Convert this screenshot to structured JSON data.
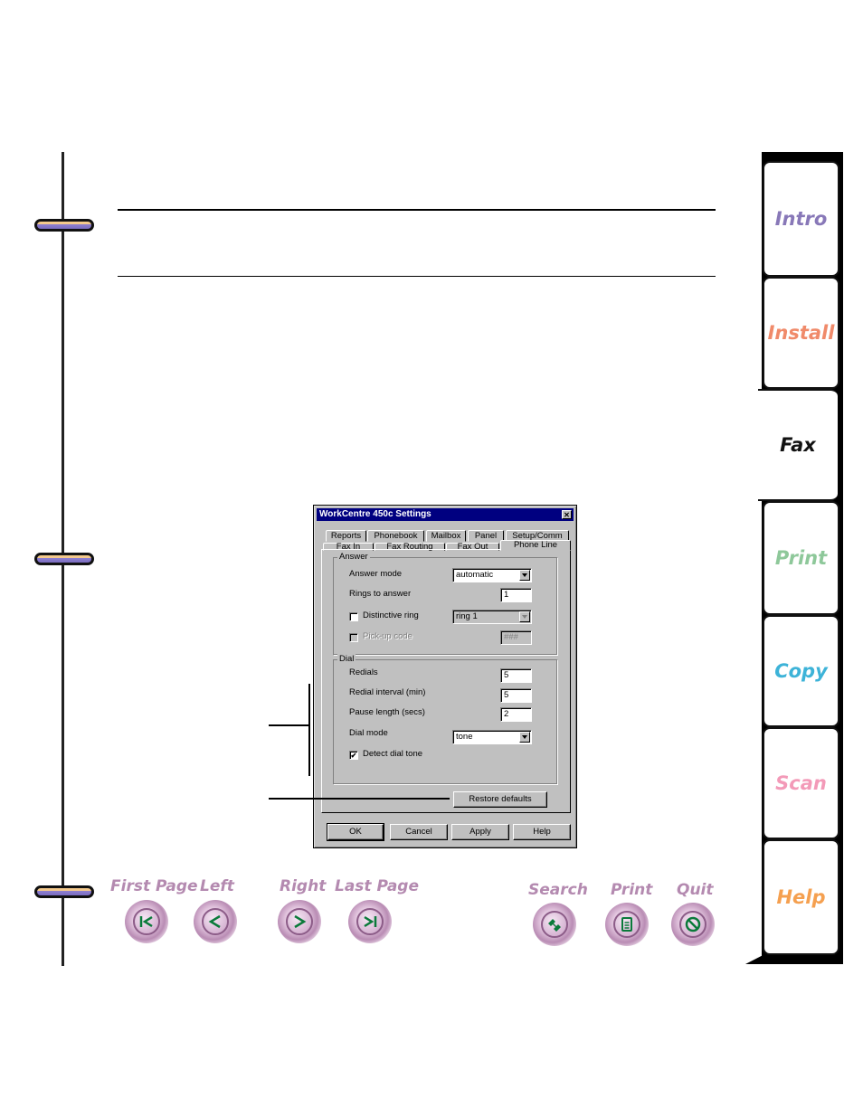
{
  "dialog": {
    "title": "WorkCentre 450c Settings",
    "close_glyph": "✕",
    "tabs_row1": [
      "Reports",
      "Phonebook",
      "Mailbox",
      "Panel",
      "Setup/Comm"
    ],
    "tabs_row2": [
      "Fax In",
      "Fax Routing",
      "Fax Out",
      "Phone Line"
    ],
    "active_tab": "Phone Line",
    "answer_group": {
      "label": "Answer",
      "answer_mode_label": "Answer mode",
      "answer_mode_value": "automatic",
      "rings_label": "Rings to answer",
      "rings_value": "1",
      "distinctive_ring_label": "Distinctive ring",
      "distinctive_ring_checked": false,
      "distinctive_ring_value": "ring 1",
      "pickup_code_label": "Pick-up code",
      "pickup_code_checked": false,
      "pickup_code_value": "###"
    },
    "dial_group": {
      "label": "Dial",
      "redials_label": "Redials",
      "redials_value": "5",
      "redial_interval_label": "Redial interval (min)",
      "redial_interval_value": "5",
      "pause_length_label": "Pause length (secs)",
      "pause_length_value": "2",
      "dial_mode_label": "Dial mode",
      "dial_mode_value": "tone",
      "detect_dial_tone_label": "Detect dial tone",
      "detect_dial_tone_checked": true,
      "check_glyph": "✔"
    },
    "restore_defaults_label": "Restore defaults",
    "buttons": {
      "ok": "OK",
      "cancel": "Cancel",
      "apply": "Apply",
      "help": "Help"
    }
  },
  "side_tabs": [
    {
      "label": "Intro",
      "color": "#8878b8"
    },
    {
      "label": "Install",
      "color": "#f08a6a"
    },
    {
      "label": "Fax",
      "color": "#111111",
      "active": true
    },
    {
      "label": "Print",
      "color": "#8ec89a"
    },
    {
      "label": "Copy",
      "color": "#3db3d8"
    },
    {
      "label": "Scan",
      "color": "#f39ab8"
    },
    {
      "label": "Help",
      "color": "#f5a050"
    }
  ],
  "nav": {
    "first_page": "First Page",
    "left": "Left",
    "right": "Right",
    "last_page": "Last Page",
    "search": "Search",
    "print": "Print",
    "quit": "Quit",
    "icon_color": "#0a7a3a",
    "label_color": "#b48ab0"
  }
}
